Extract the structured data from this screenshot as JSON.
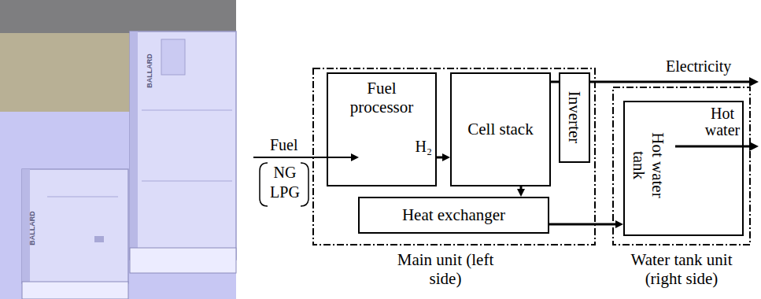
{
  "diagram": {
    "nodes": [
      {
        "text": [
          "Main unit (left side)"
        ]
      },
      {
        "text": [
          "Fuel processor"
        ],
        "in": 0
      },
      {
        "text": [
          "Cell stack"
        ],
        "in": 0
      },
      {
        "text": [
          "Inverter"
        ],
        "in": 0
      },
      {
        "text": [
          "Heat exchanger"
        ],
        "in": 0
      },
      {
        "text": [
          "Water tank unit (right side)"
        ]
      },
      {
        "text": [
          "Hot water tank"
        ],
        "in": 5
      }
    ],
    "edges": [
      {
        "from": 1,
        "to": 2,
        "arrow": "to",
        "label": "H₂"
      },
      {
        "from": 2,
        "to": 4,
        "arrow": "to"
      },
      {
        "from": 2,
        "to": 3,
        "arrow": "none"
      },
      {
        "from": 4,
        "to": 6,
        "arrow": "to"
      }
    ],
    "labels": [
      "BALLARD",
      "BALLARD",
      "Fuel",
      "NG",
      "LPG",
      "Electricity",
      "Hot water"
    ]
  }
}
